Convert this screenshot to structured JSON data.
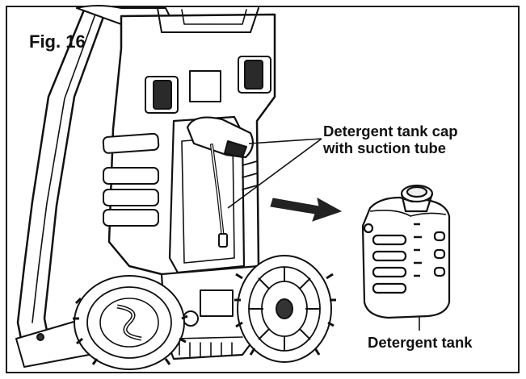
{
  "figure": {
    "title": "Fig. 16",
    "labels": {
      "cap_line1": "Detergent tank cap",
      "cap_line2": "with suction tube",
      "tank": "Detergent tank"
    }
  }
}
